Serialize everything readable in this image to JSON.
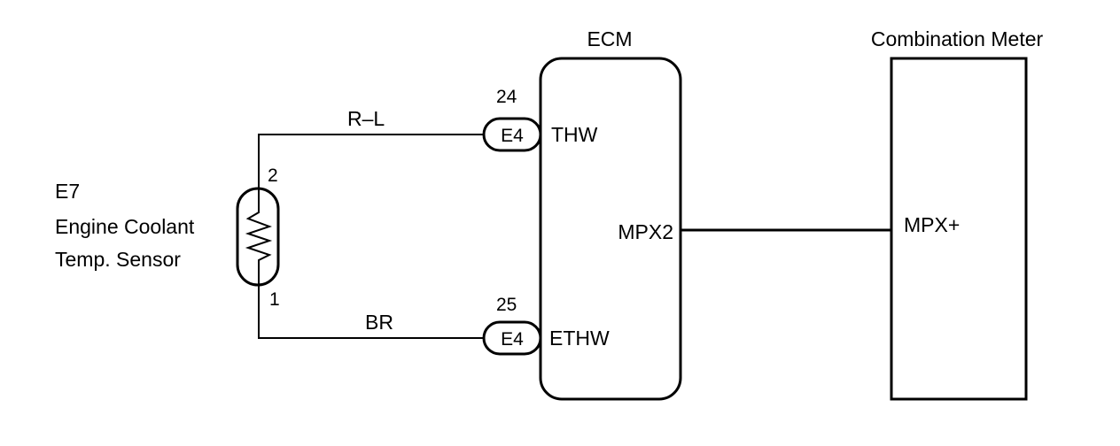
{
  "ecm": {
    "title": "ECM",
    "pins": {
      "thw": "THW",
      "ethw": "ETHW",
      "mpx2": "MPX2"
    }
  },
  "meter": {
    "title": "Combination Meter",
    "pin": "MPX+"
  },
  "sensor": {
    "code": "E7",
    "name_line1": "Engine Coolant",
    "name_line2": "Temp. Sensor",
    "pin_top": "2",
    "pin_bottom": "1"
  },
  "connectors": {
    "top": {
      "number": "24",
      "label": "E4"
    },
    "bottom": {
      "number": "25",
      "label": "E4"
    }
  },
  "wires": {
    "top_color": "R–L",
    "bottom_color": "BR"
  }
}
